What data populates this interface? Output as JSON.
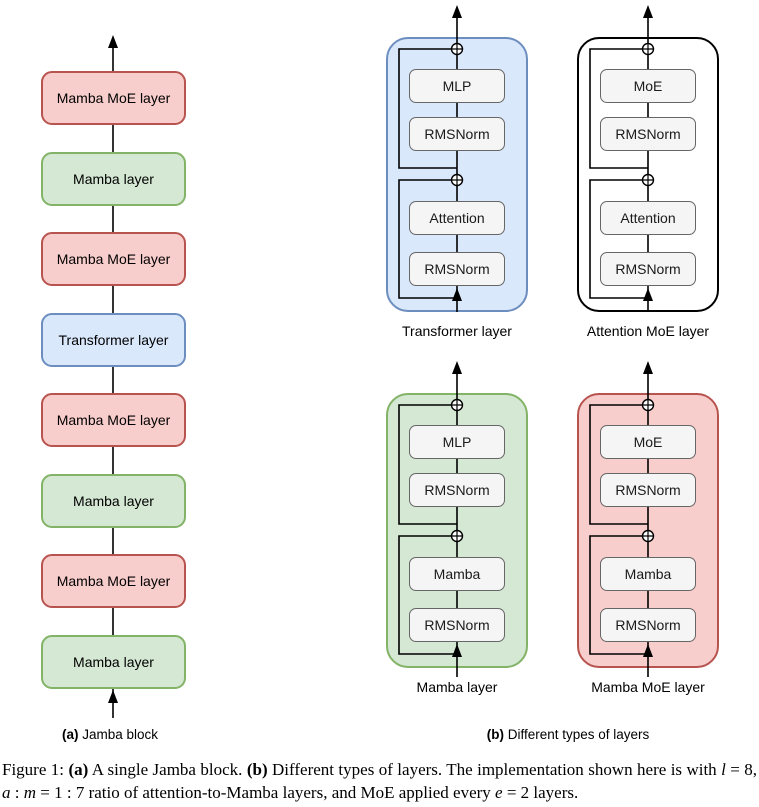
{
  "palette": {
    "mamba_moe": {
      "fill": "#f8cecc",
      "stroke": "#b85450"
    },
    "mamba": {
      "fill": "#d5e8d4",
      "stroke": "#82b366"
    },
    "transformer": {
      "fill": "#dae8fc",
      "stroke": "#6c8ebf"
    },
    "attention_moe": {
      "fill": "#ffffff",
      "stroke": "#000000"
    },
    "inner_box": {
      "fill": "#f5f5f5",
      "stroke": "#666666"
    },
    "line": "#000000"
  },
  "panel_a": {
    "caption_prefix": "(a)",
    "caption_text": " Jamba block",
    "layers": [
      {
        "label": "Mamba MoE layer",
        "type": "mamba_moe"
      },
      {
        "label": "Mamba layer",
        "type": "mamba"
      },
      {
        "label": "Mamba MoE layer",
        "type": "mamba_moe"
      },
      {
        "label": "Transformer layer",
        "type": "transformer"
      },
      {
        "label": "Mamba MoE layer",
        "type": "mamba_moe"
      },
      {
        "label": "Mamba layer",
        "type": "mamba"
      },
      {
        "label": "Mamba MoE layer",
        "type": "mamba_moe"
      },
      {
        "label": "Mamba layer",
        "type": "mamba"
      }
    ]
  },
  "panel_b": {
    "caption_prefix": "(b)",
    "caption_text": " Different types of layers",
    "diagrams": [
      {
        "label": "Transformer layer",
        "type": "transformer",
        "boxes": [
          "MLP",
          "RMSNorm",
          "Attention",
          "RMSNorm"
        ]
      },
      {
        "label": "Attention MoE layer",
        "type": "attention_moe",
        "boxes": [
          "MoE",
          "RMSNorm",
          "Attention",
          "RMSNorm"
        ]
      },
      {
        "label": "Mamba layer",
        "type": "mamba",
        "boxes": [
          "MLP",
          "RMSNorm",
          "Mamba",
          "RMSNorm"
        ]
      },
      {
        "label": "Mamba MoE layer",
        "type": "mamba_moe",
        "boxes": [
          "MoE",
          "RMSNorm",
          "Mamba",
          "RMSNorm"
        ]
      }
    ]
  },
  "figure_caption": {
    "segments": [
      {
        "t": "Figure 1: "
      },
      {
        "t": "(a)",
        "b": true
      },
      {
        "t": " A single Jamba block. "
      },
      {
        "t": "(b)",
        "b": true
      },
      {
        "t": " Different types of layers. The implementation shown here is with "
      },
      {
        "t": "l",
        "i": true
      },
      {
        "t": " = 8, "
      },
      {
        "t": "a",
        "i": true
      },
      {
        "t": " : "
      },
      {
        "t": "m",
        "i": true
      },
      {
        "t": " = 1 : 7 ratio of attention-to-Mamba layers, and MoE applied every "
      },
      {
        "t": "e",
        "i": true
      },
      {
        "t": " = 2 layers."
      }
    ]
  }
}
